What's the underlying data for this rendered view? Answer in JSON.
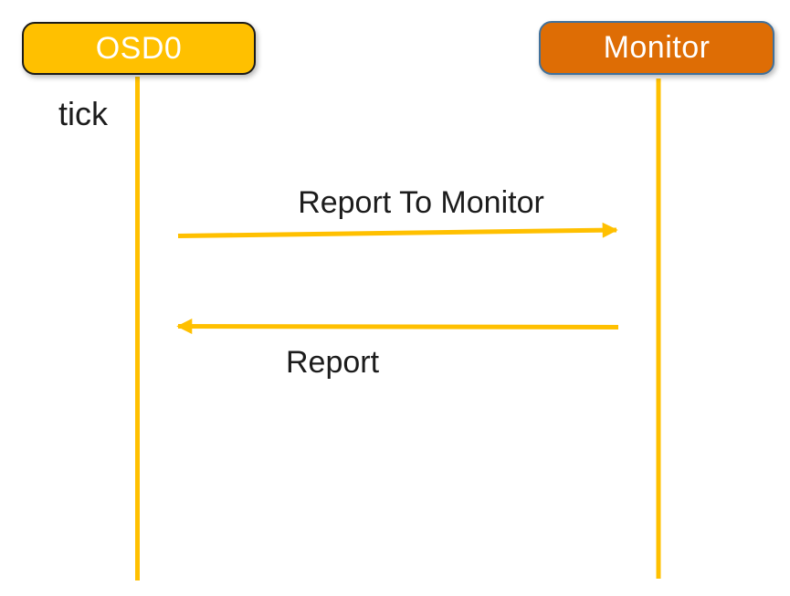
{
  "diagram": {
    "type": "sequence",
    "actors": [
      {
        "label": "OSD0",
        "fill": "#FFC000",
        "border": "#1A1A1A",
        "text_color": "#FFFFFF"
      },
      {
        "label": "Monitor",
        "fill": "#DE6D05",
        "border": "#41719C",
        "text_color": "#FFFFFF"
      }
    ],
    "tick_label": "tick",
    "messages": [
      {
        "label": "Report To Monitor",
        "from": "OSD0",
        "to": "Monitor",
        "direction": "right"
      },
      {
        "label": "Report",
        "from": "Monitor",
        "to": "OSD0",
        "direction": "left"
      }
    ],
    "colors": {
      "gold": "#FFC000",
      "monitor_orange": "#DE6D05",
      "monitor_border_blue": "#41719C",
      "osd_border_black": "#1A1A1A",
      "text_black": "#1C1C1C",
      "background": "#FFFFFF"
    }
  }
}
